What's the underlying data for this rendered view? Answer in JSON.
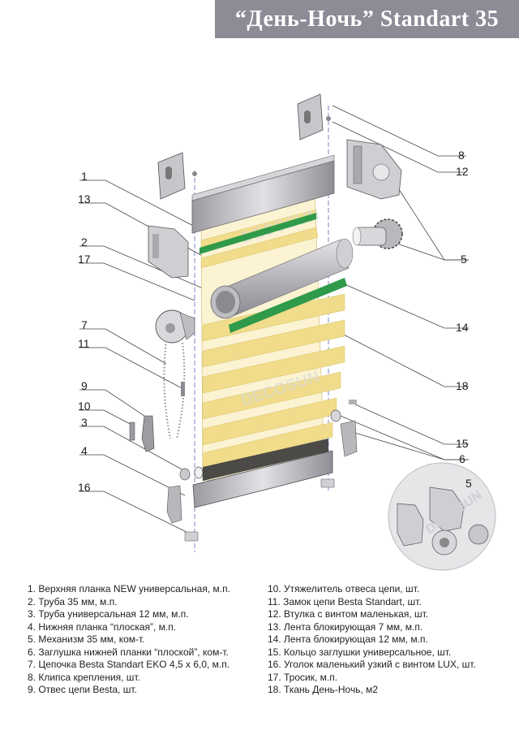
{
  "title": "“День-Ночь” Standart 35",
  "callouts": {
    "c1": "1",
    "c13": "13",
    "c2": "2",
    "c17": "17",
    "c7": "7",
    "c11": "11",
    "c9": "9",
    "c10": "10",
    "c3": "3",
    "c4": "4",
    "c16": "16",
    "c8": "8",
    "c12": "12",
    "c5": "5",
    "c14": "14",
    "c18": "18",
    "c15": "15",
    "c6": "6",
    "c5b": "5"
  },
  "watermark": "DECOSUN",
  "legend_left": [
    "1. Верхняя планка NEW универсальная, м.п.",
    "2. Труба 35 мм, м.п.",
    "3. Труба универсальная 12 мм, м.п.",
    "4. Нижняя планка “плоская”, м.п.",
    "5. Механизм 35 мм, ком-т.",
    "6. Заглушка нижней планки “плоской”, ком-т.",
    "7. Цепочка Besta Standart EKO 4,5 х 6,0, м.п.",
    "8. Клипса крепления, шт.",
    "9. Отвес цепи Besta, шт."
  ],
  "legend_right": [
    "10. Утяжелитель отвеса цепи, шт.",
    "11. Замок цепи Besta Standart, шт.",
    "12. Втулка с винтом маленькая, шт.",
    "13. Лента блокирующая 7 мм, м.п.",
    "14. Лента блокирующая 12 мм, м.п.",
    "15. Кольцо заглушки универсальное, шт.",
    "16. Уголок маленький узкий с винтом LUX, шт.",
    "17. Тросик, м.п.",
    "18. Ткань День-Ночь, м2"
  ],
  "colors": {
    "title_bg": "#8e8a96",
    "fabric": "#f0dc8a",
    "tape": "#2e9a4a",
    "metal": "#c8c8cc"
  }
}
